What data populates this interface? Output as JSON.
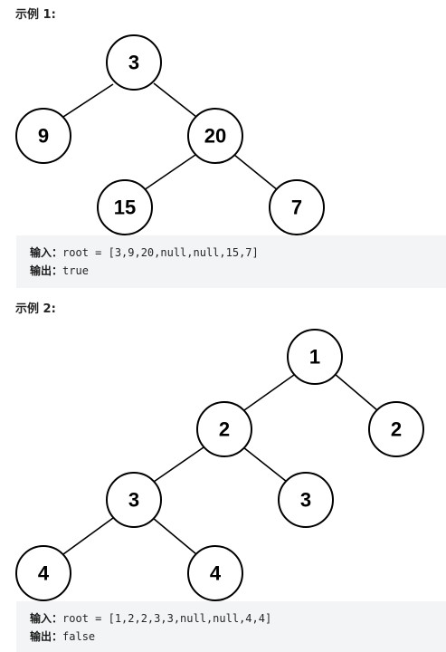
{
  "example1": {
    "heading": "示例 1:",
    "tree": {
      "nodes": [
        "3",
        "9",
        "20",
        "15",
        "7"
      ]
    },
    "input_label": "输入：",
    "input_value": "root = [3,9,20,null,null,15,7]",
    "output_label": "输出：",
    "output_value": "true"
  },
  "example2": {
    "heading": "示例 2:",
    "tree": {
      "nodes": [
        "1",
        "2",
        "2",
        "3",
        "3",
        "4",
        "4"
      ]
    },
    "input_label": "输入：",
    "input_value": "root = [1,2,2,3,3,null,null,4,4]",
    "output_label": "输出：",
    "output_value": "false"
  }
}
